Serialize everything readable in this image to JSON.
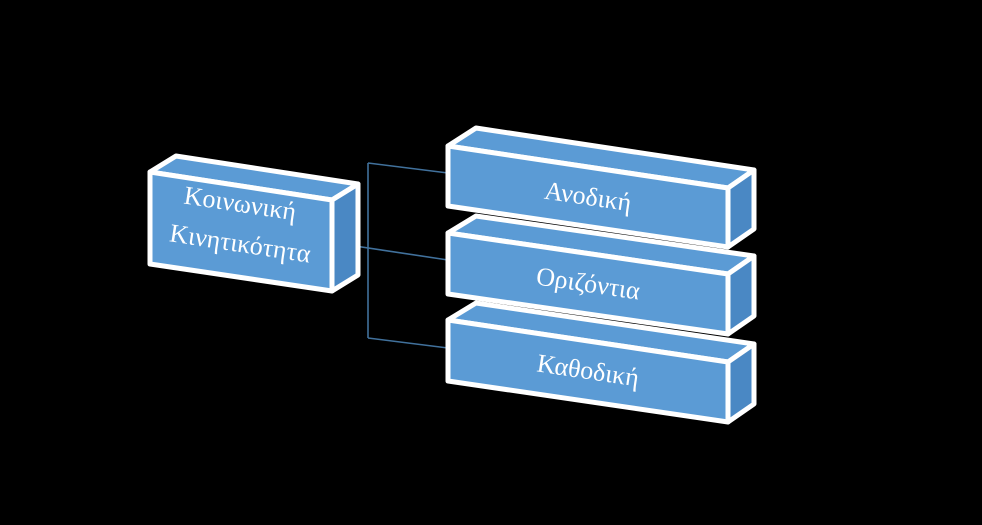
{
  "colors": {
    "background": "#000000",
    "box_face": "#5b9bd5",
    "box_top": "#5b9bd5",
    "box_side": "#4a88c4",
    "outline": "#ffffff",
    "connector": "#41719c"
  },
  "root": {
    "line1": "Κοινωνική",
    "line2": "Κινητικότητα"
  },
  "children": [
    {
      "label": "Ανοδική"
    },
    {
      "label": "Οριζόντια"
    },
    {
      "label": "Καθοδική"
    }
  ]
}
